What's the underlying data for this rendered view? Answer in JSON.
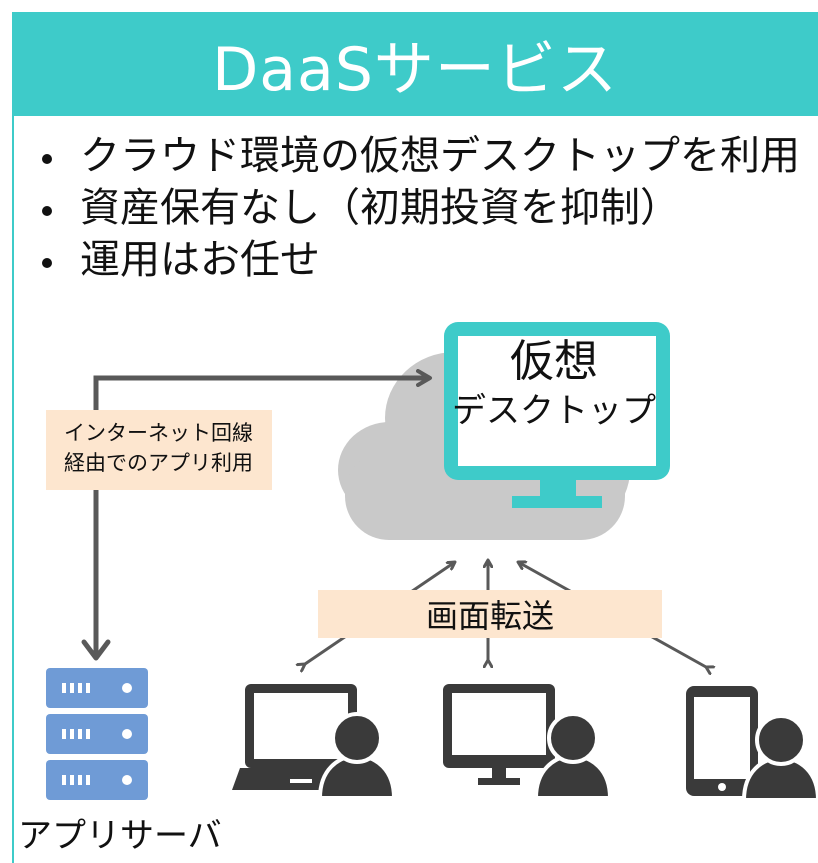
{
  "title": "DaaSサービス",
  "bullets": [
    "クラウド環境の仮想デスクトップを利用",
    "資産保有なし（初期投資を抑制）",
    "運用はお任せ"
  ],
  "virtual_desktop": {
    "line1": "仮想",
    "line2": "デスクトップ"
  },
  "internet_note": {
    "line1": "インターネット回線",
    "line2": "経由でのアプリ利用"
  },
  "screen_transfer": "画面転送",
  "app_server": {
    "label": "アプリサーバ"
  },
  "devices": [
    "laptop",
    "desktop-monitor",
    "tablet"
  ],
  "colors": {
    "accent": "#3ecbc9",
    "note_bg": "#fde6cf",
    "cloud": "#c9c9c9",
    "server": "#6f9bd6",
    "icon_dark": "#3a3a3a",
    "arrow": "#595959"
  }
}
